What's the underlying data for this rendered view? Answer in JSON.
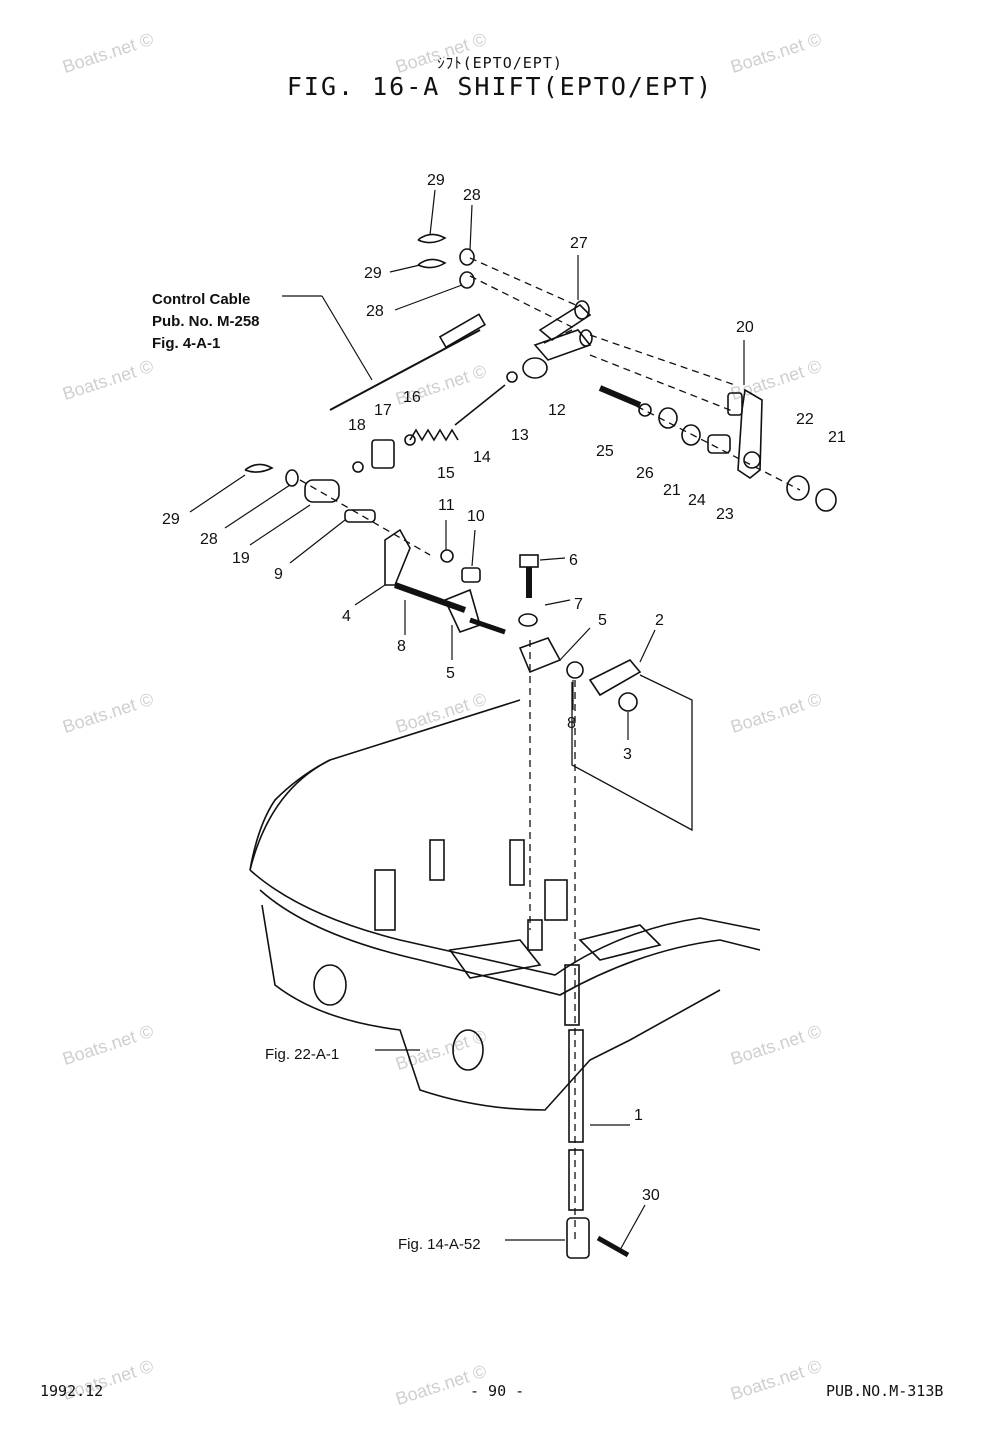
{
  "header": {
    "subtitle_jp": "ｼﾌﾄ(EPTO/EPT)",
    "title": "FIG. 16-A SHIFT(EPTO/EPT)"
  },
  "watermark": "Boats.net ©",
  "references": {
    "control_cable": [
      "Control Cable",
      "Pub. No. M-258",
      "Fig. 4-A-1"
    ],
    "fig_22": "Fig. 22-A-1",
    "fig_14": "Fig. 14-A-52"
  },
  "part_numbers": [
    "29",
    "28",
    "29",
    "28",
    "27",
    "20",
    "22",
    "21",
    "18",
    "17",
    "16",
    "15",
    "14",
    "13",
    "12",
    "25",
    "26",
    "21",
    "24",
    "23",
    "29",
    "28",
    "19",
    "9",
    "11",
    "10",
    "6",
    "7",
    "5",
    "2",
    "4",
    "8",
    "5",
    "8",
    "3",
    "1",
    "30"
  ],
  "footer": {
    "date": "1992.12",
    "page": "- 90 -",
    "pub": "PUB.NO.M-313B"
  }
}
